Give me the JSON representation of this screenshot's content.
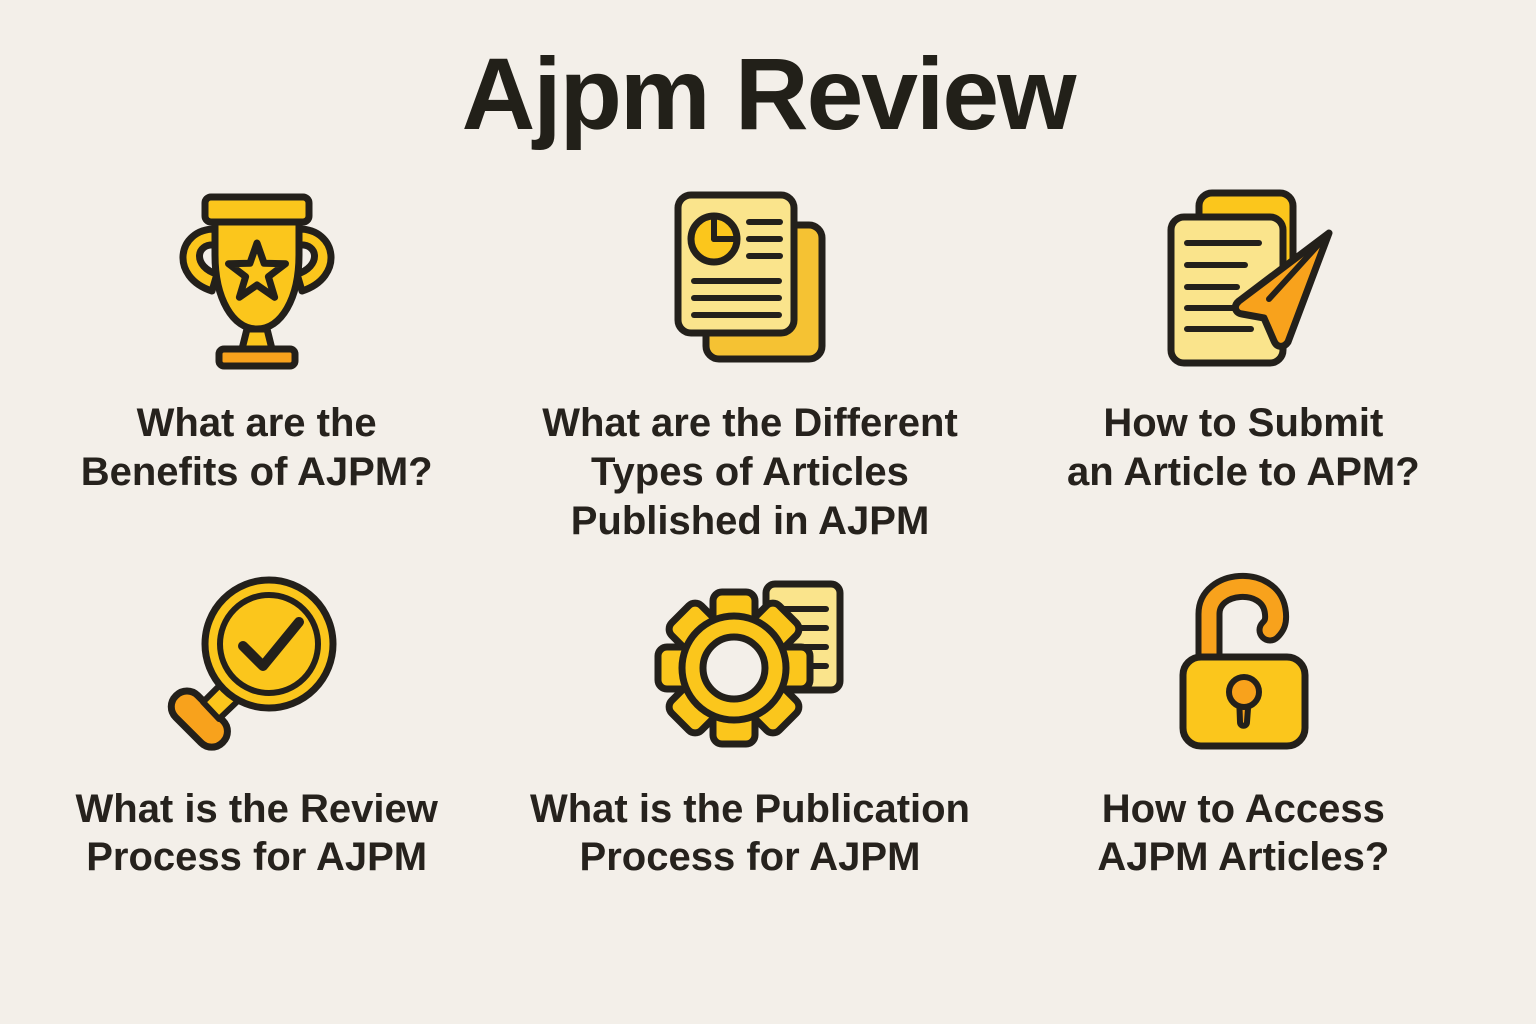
{
  "page": {
    "title": "Ajpm Review",
    "background_color": "#F3EFE9",
    "text_color": "#26221D"
  },
  "colors": {
    "gold": "#FBC61C",
    "light_yellow": "#FAE48C",
    "back_gold": "#F5C233",
    "orange": "#F8A21C",
    "outline": "#23201B"
  },
  "cards": [
    {
      "icon": "trophy-icon",
      "label": "What are the\nBenefits of AJPM?"
    },
    {
      "icon": "articles-pie-icon",
      "label": "What are the Different\nTypes of Articles\nPublished in AJPM"
    },
    {
      "icon": "submit-paper-plane-icon",
      "label": "How to Submit\nan Article to APM?"
    },
    {
      "icon": "magnifier-check-icon",
      "label": "What is the Review\nProcess for AJPM"
    },
    {
      "icon": "gear-document-icon",
      "label": "What is the Publication\nProcess for AJPM"
    },
    {
      "icon": "unlock-padlock-icon",
      "label": "How to Access\nAJPM Articles?"
    }
  ]
}
